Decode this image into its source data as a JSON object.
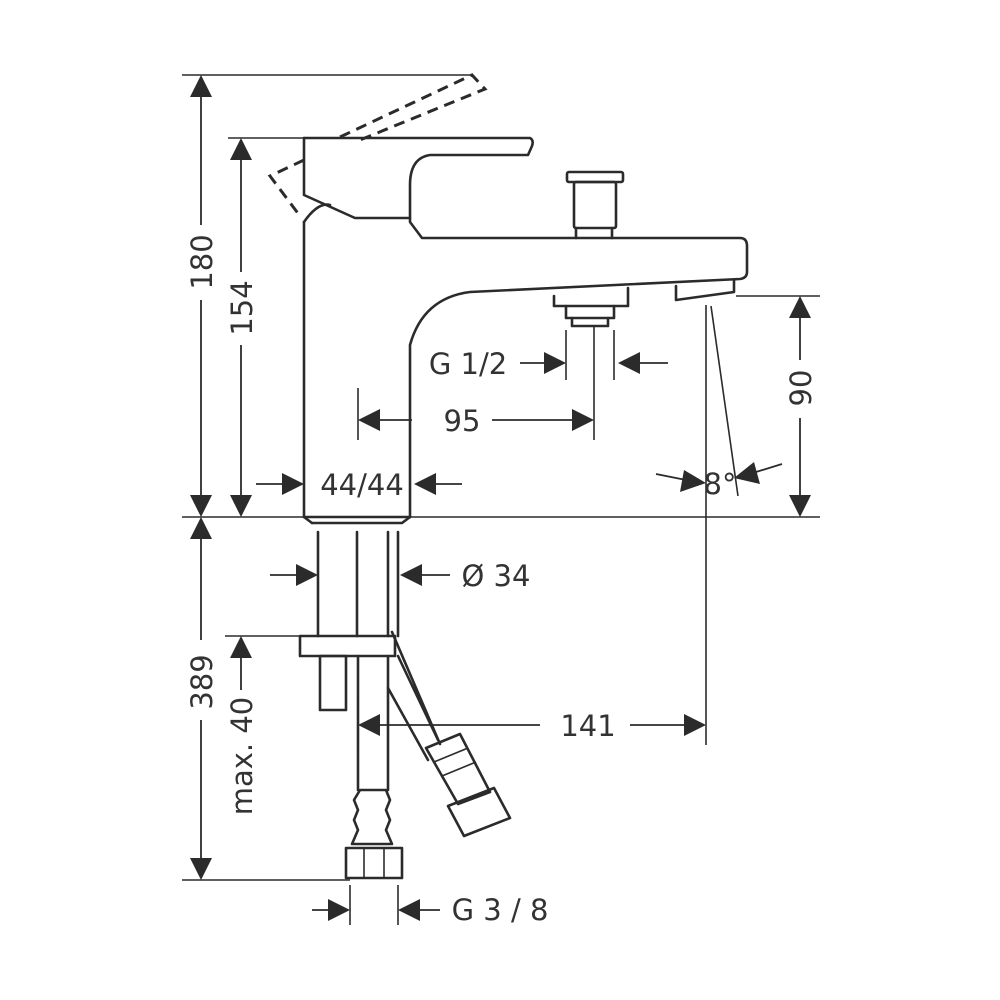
{
  "drawing": {
    "dimensions": {
      "overall_height": "180",
      "body_height": "154",
      "spout_height": "90",
      "bottom_length": "389",
      "max_deck": "max. 40",
      "outlet_thread": "G 1/2",
      "outlet_offset": "95",
      "body_size": "44/44",
      "spout_angle": "8°",
      "base_diameter": "Ø 34",
      "projection": "141",
      "hose_thread": "G 3 / 8"
    }
  }
}
